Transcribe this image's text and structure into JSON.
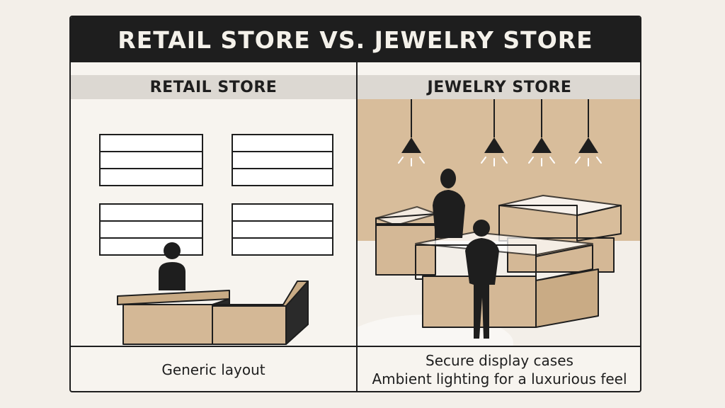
{
  "title": "RETAIL STORE  VS.  JEWELRY STORE",
  "columns": {
    "left": {
      "heading": "RETAIL STORE",
      "caption": "Generic layout"
    },
    "right": {
      "heading": "JEWELRY STORE",
      "caption_line1": "Secure display cases",
      "caption_line2": "Ambient lighting for a luxurious feel"
    }
  },
  "colors": {
    "ink": "#1e1e1e",
    "counter_wood": "#d4b896",
    "wall_tan": "#d8bd9b",
    "header_gray": "#dcd8d2"
  },
  "icons": [
    "shelf-icon",
    "cashier-person-icon",
    "checkout-counter-icon",
    "pendant-lamp-icon",
    "display-case-icon",
    "customer-person-icon",
    "clerk-person-icon"
  ]
}
